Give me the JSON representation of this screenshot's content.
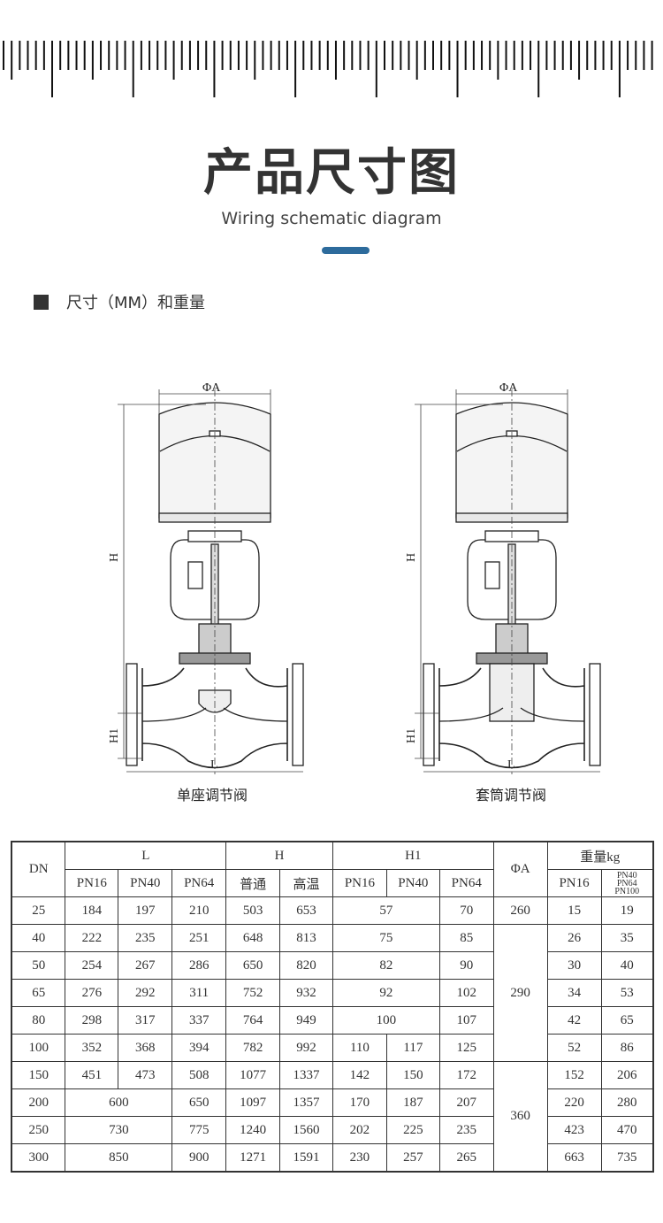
{
  "header": {
    "title": "产品尺寸图",
    "subtitle": "Wiring schematic diagram",
    "accent_color": "#2d6b9c"
  },
  "section": {
    "label": "尺寸（MM）和重量"
  },
  "diagrams": [
    {
      "caption": "单座调节阀",
      "labels": {
        "phiA": "ΦA",
        "H": "H",
        "H1": "H1",
        "L": "L"
      }
    },
    {
      "caption": "套筒调节阀",
      "labels": {
        "phiA": "ΦA",
        "H": "H",
        "H1": "H1",
        "L": "L"
      }
    }
  ],
  "table": {
    "groups": {
      "dn": "DN",
      "L": "L",
      "H": "H",
      "H1": "H1",
      "phiA": "ΦA",
      "weight": "重量kg"
    },
    "sub": [
      "PN16",
      "PN40",
      "PN64",
      "普通",
      "高温",
      "PN16",
      "PN40",
      "PN64",
      "PN16",
      "PN40 PN64 PN100"
    ],
    "rows": [
      [
        "25",
        "184",
        "197",
        "210",
        "503",
        "653",
        "57",
        null,
        "70",
        "15",
        "19"
      ],
      [
        "40",
        "222",
        "235",
        "251",
        "648",
        "813",
        "75",
        null,
        "85",
        "26",
        "35"
      ],
      [
        "50",
        "254",
        "267",
        "286",
        "650",
        "820",
        "82",
        null,
        "90",
        "30",
        "40"
      ],
      [
        "65",
        "276",
        "292",
        "311",
        "752",
        "932",
        "92",
        null,
        "102",
        "34",
        "53"
      ],
      [
        "80",
        "298",
        "317",
        "337",
        "764",
        "949",
        "100",
        null,
        "107",
        "42",
        "65"
      ],
      [
        "100",
        "352",
        "368",
        "394",
        "782",
        "992",
        "110",
        "117",
        "125",
        "52",
        "86"
      ],
      [
        "150",
        "451",
        "473",
        "508",
        "1077",
        "1337",
        "142",
        "150",
        "172",
        "152",
        "206"
      ],
      [
        "200",
        "600",
        null,
        "650",
        "1097",
        "1357",
        "170",
        "187",
        "207",
        "220",
        "280"
      ],
      [
        "250",
        "730",
        null,
        "775",
        "1240",
        "1560",
        "202",
        "225",
        "235",
        "423",
        "470"
      ],
      [
        "300",
        "850",
        null,
        "900",
        "1271",
        "1591",
        "230",
        "257",
        "265",
        "663",
        "735"
      ]
    ],
    "phiA": [
      {
        "value": "260",
        "rows": 1
      },
      {
        "value": "290",
        "rows": 5
      },
      {
        "value": "360",
        "rows": 4
      }
    ]
  }
}
